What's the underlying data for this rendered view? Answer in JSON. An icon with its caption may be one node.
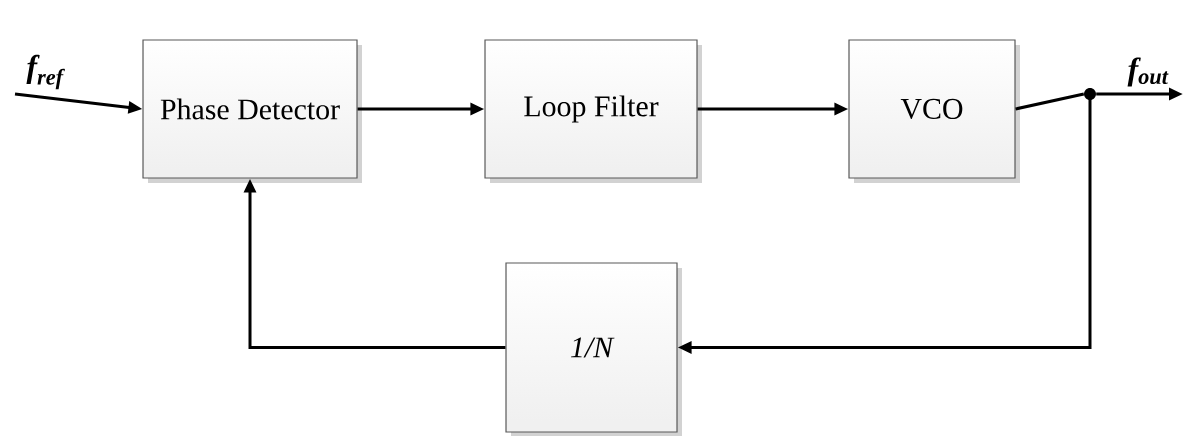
{
  "diagram": {
    "nodes": [
      {
        "text": [
          "Phase Detector"
        ]
      },
      {
        "text": [
          "Loop Filter"
        ]
      },
      {
        "text": [
          "VCO"
        ]
      },
      {
        "text": [],
        "shape": "circle"
      },
      {
        "text": [
          "1/N"
        ]
      }
    ],
    "edges": [
      {
        "from": null,
        "to": 0,
        "arrow": "to",
        "label": "f$_{ref}$"
      },
      {
        "from": 0,
        "to": 1,
        "arrow": "to"
      },
      {
        "from": 1,
        "to": 2,
        "arrow": "to"
      },
      {
        "from": 2,
        "to": 3,
        "arrow": "none"
      },
      {
        "from": 3,
        "to": null,
        "arrow": "to",
        "label": "f$_{out}$"
      },
      {
        "from": 3,
        "to": 4,
        "arrow": "to"
      },
      {
        "from": 4,
        "to": 0,
        "arrow": "to"
      }
    ]
  }
}
